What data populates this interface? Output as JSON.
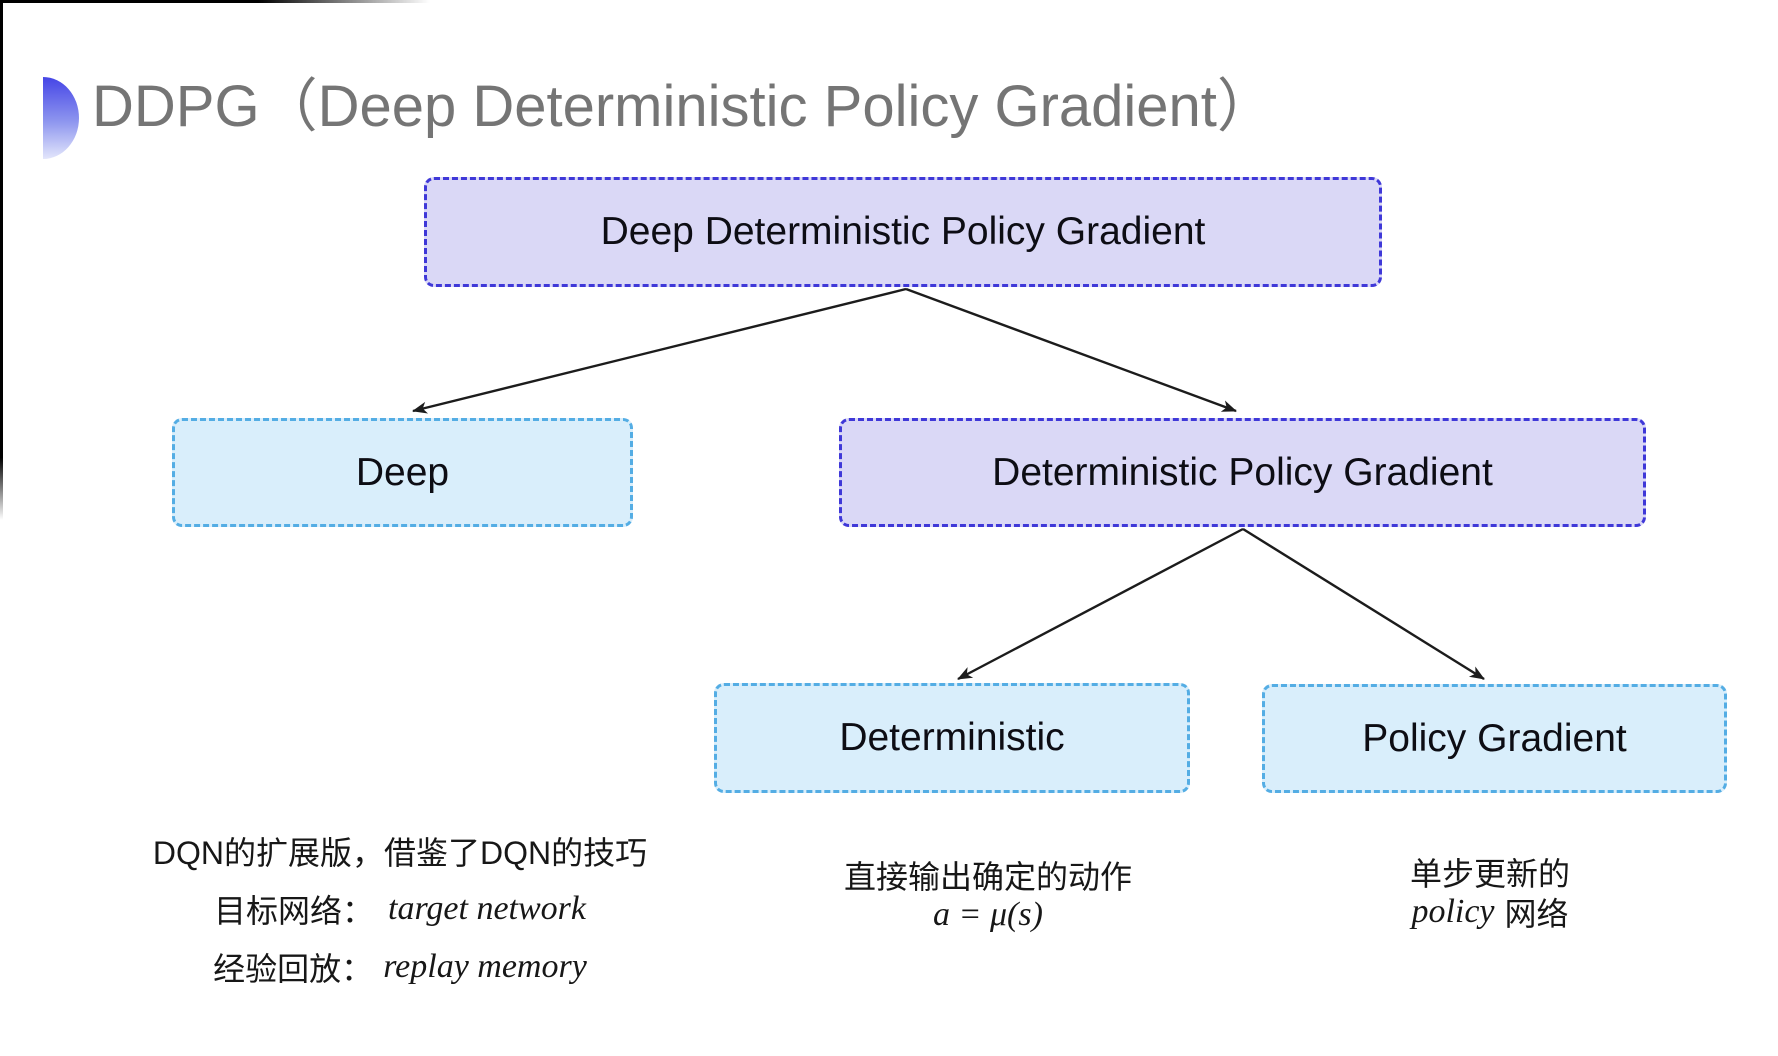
{
  "title": {
    "text": "DDPG（Deep Deterministic Policy Gradient）"
  },
  "decoration": {
    "icon": "half-circle-bullet-icon"
  },
  "colors": {
    "title_gray": "#757575",
    "purple_fill": "#dad8f6",
    "purple_border": "#3f38d8",
    "cyan_fill": "#d9eefb",
    "cyan_border": "#54ade4",
    "arrow": "#1c1c1c",
    "bullet_gradient_top": "#4545e6",
    "bullet_gradient_bottom": "#e3e6fb"
  },
  "tree": {
    "root": {
      "label": "Deep Deterministic Policy Gradient"
    },
    "deep": {
      "label": "Deep"
    },
    "dpg": {
      "label": "Deterministic Policy Gradient"
    },
    "deterministic": {
      "label": "Deterministic"
    },
    "policy_gradient": {
      "label": "Policy Gradient"
    }
  },
  "notes": {
    "deep": {
      "line1": "DQN的扩展版，借鉴了DQN的技巧",
      "line2_label": "目标网络：",
      "line2_value": "target network",
      "line3_label": "经验回放：",
      "line3_value": "replay memory"
    },
    "deterministic": {
      "line1": "直接输出确定的动作",
      "equation": "a = μ(s)"
    },
    "policy_gradient": {
      "line1": "单步更新的",
      "line2_italic": "policy",
      "line2_rest": "网络"
    }
  }
}
